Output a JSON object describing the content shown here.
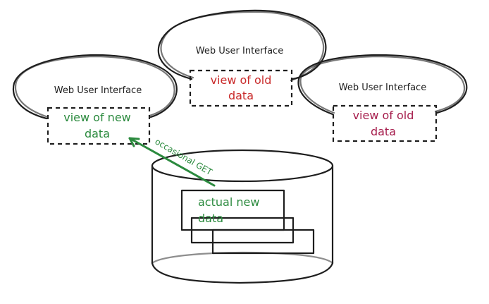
{
  "diagram": {
    "interfaces": [
      {
        "id": "left",
        "label": "Web User Interface",
        "view_lines": [
          "view of new",
          "data"
        ],
        "view_color": "#2b8a3e"
      },
      {
        "id": "middle",
        "label": "Web User Interface",
        "view_lines": [
          "view of old",
          "data"
        ],
        "view_color": "#c92a2a"
      },
      {
        "id": "right",
        "label": "Web User Interface",
        "view_lines": [
          "view of old",
          "data"
        ],
        "view_color": "#a61e4d"
      }
    ],
    "database": {
      "data_lines": [
        "actual new",
        "data"
      ],
      "data_color": "#2b8a3e"
    },
    "arrow": {
      "label": "occasional GET",
      "color": "#2b8a3e",
      "from": "database",
      "to": "left"
    }
  }
}
